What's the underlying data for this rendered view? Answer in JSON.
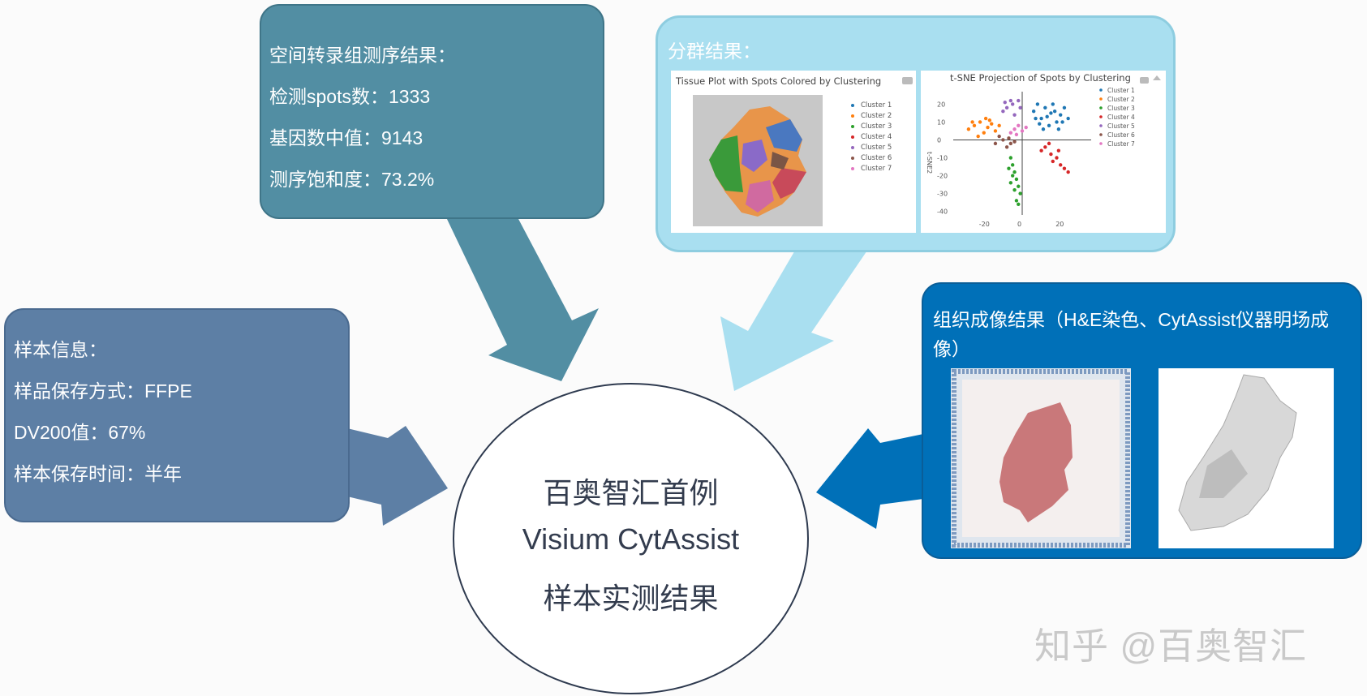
{
  "sequencing": {
    "title": "空间转录组测序结果：",
    "spots": "检测spots数：1333",
    "median_genes": "基因数中值：9143",
    "saturation": "测序饱和度：73.2%"
  },
  "sample_info": {
    "title": "样本信息：",
    "storage_method": "样品保存方式：FFPE",
    "dv200": "DV200值：67%",
    "storage_time": "样本保存时间：半年"
  },
  "clustering": {
    "title": "分群结果：",
    "tissue_plot_title": "Tissue Plot with Spots Colored by Clustering",
    "tsne_title": "t-SNE Projection of Spots by Clustering",
    "camera_icon": "camera-icon",
    "home_icon": "home-icon"
  },
  "imaging": {
    "title": "组织成像结果（H&E染色、CytAssist仪器明场成像）"
  },
  "center": {
    "line1": "百奥智汇首例",
    "line2": "Visium CytAssist",
    "line3": "样本实测结果"
  },
  "watermark": "知乎 @百奥智汇",
  "colors": {
    "sequencing_box": "#528ea3",
    "sample_box": "#5d7fa5",
    "cluster_box": "#a9dff0",
    "imaging_box": "#0070b8"
  },
  "chart_data": [
    {
      "type": "scatter",
      "title": "t-SNE Projection of Spots by Clustering",
      "xlabel": "",
      "ylabel": "t-SNE2",
      "xlim": [
        -36,
        36
      ],
      "ylim": [
        -42,
        27
      ],
      "x_ticks": [
        "-20",
        "0",
        "20"
      ],
      "y_ticks": [
        "20",
        "10",
        "0",
        "-10",
        "-20",
        "-30",
        "-40"
      ],
      "legend_position": "top-right",
      "series": [
        {
          "name": "Cluster 1",
          "color": "#1f77b4",
          "points": [
            [
              8,
              20
            ],
            [
              12,
              18
            ],
            [
              15,
              15
            ],
            [
              10,
              12
            ],
            [
              18,
              10
            ],
            [
              14,
              8
            ],
            [
              20,
              14
            ],
            [
              22,
              18
            ],
            [
              6,
              16
            ],
            [
              16,
              20
            ],
            [
              11,
              6
            ],
            [
              19,
              6
            ],
            [
              9,
              9
            ],
            [
              13,
              13
            ],
            [
              21,
              10
            ],
            [
              7,
              12
            ],
            [
              17,
              16
            ],
            [
              24,
              12
            ]
          ]
        },
        {
          "name": "Cluster 2",
          "color": "#ff7f0e",
          "points": [
            [
              -25,
              8
            ],
            [
              -22,
              10
            ],
            [
              -18,
              7
            ],
            [
              -20,
              4
            ],
            [
              -16,
              9
            ],
            [
              -14,
              5
            ],
            [
              -28,
              6
            ],
            [
              -23,
              2
            ],
            [
              -17,
              11
            ],
            [
              -12,
              8
            ],
            [
              -26,
              10
            ],
            [
              -19,
              12
            ]
          ]
        },
        {
          "name": "Cluster 3",
          "color": "#2ca02c",
          "points": [
            [
              -6,
              -10
            ],
            [
              -5,
              -14
            ],
            [
              -4,
              -18
            ],
            [
              -3,
              -22
            ],
            [
              -2,
              -26
            ],
            [
              -1,
              -30
            ],
            [
              -3,
              -34
            ],
            [
              -5,
              -20
            ],
            [
              -7,
              -16
            ],
            [
              -6,
              -24
            ],
            [
              -2,
              -36
            ],
            [
              -4,
              -28
            ]
          ]
        },
        {
          "name": "Cluster 4",
          "color": "#d62728",
          "points": [
            [
              12,
              -4
            ],
            [
              15,
              -8
            ],
            [
              18,
              -10
            ],
            [
              20,
              -14
            ],
            [
              22,
              -16
            ],
            [
              10,
              -6
            ],
            [
              16,
              -12
            ],
            [
              14,
              -2
            ],
            [
              24,
              -18
            ],
            [
              19,
              -6
            ]
          ]
        },
        {
          "name": "Cluster 5",
          "color": "#9467bd",
          "points": [
            [
              -8,
              18
            ],
            [
              -5,
              20
            ],
            [
              -2,
              22
            ],
            [
              -10,
              16
            ],
            [
              -4,
              14
            ],
            [
              -6,
              22
            ],
            [
              -1,
              18
            ],
            [
              -9,
              21
            ]
          ]
        },
        {
          "name": "Cluster 6",
          "color": "#8c564b",
          "points": [
            [
              -10,
              0
            ],
            [
              -6,
              -2
            ],
            [
              -8,
              -4
            ],
            [
              -12,
              2
            ],
            [
              -4,
              -1
            ],
            [
              -14,
              -2
            ],
            [
              -7,
              1
            ]
          ]
        },
        {
          "name": "Cluster 7",
          "color": "#e377c2",
          "points": [
            [
              -4,
              6
            ],
            [
              -2,
              8
            ],
            [
              0,
              5
            ],
            [
              -6,
              4
            ],
            [
              2,
              7
            ],
            [
              -3,
              3
            ]
          ]
        }
      ]
    }
  ]
}
